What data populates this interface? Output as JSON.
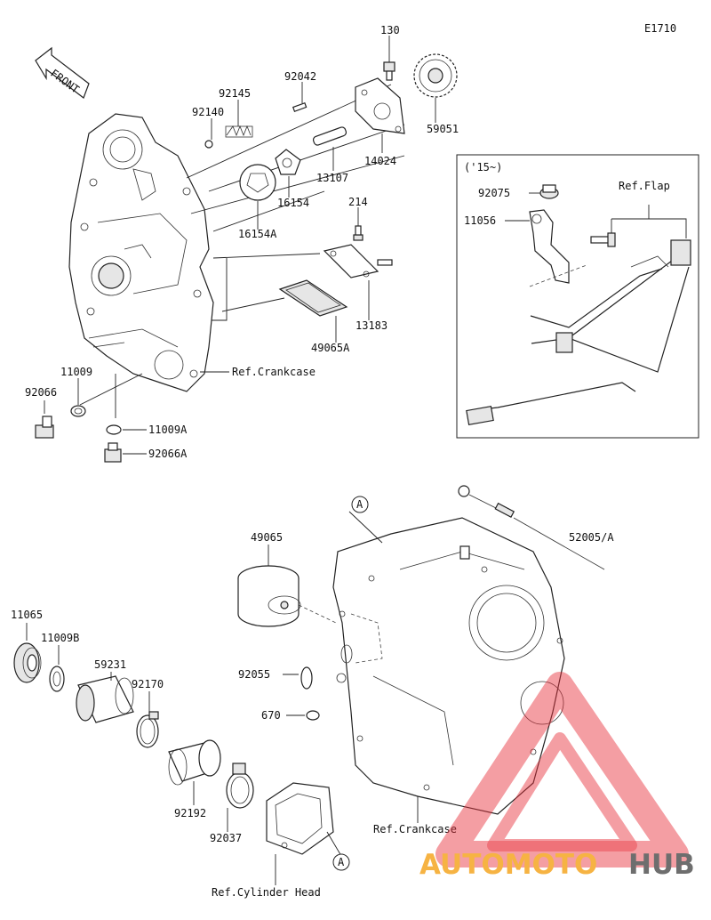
{
  "diagram_code": "E1710",
  "front_label": "FRONT",
  "inset_year": "('15~)",
  "callout_a": "A",
  "watermark": {
    "part1": "AUTOMOTO",
    "part2": "HUB",
    "color1": "#f5a623",
    "color2": "#555555",
    "triangle": "#e8303a"
  },
  "labels": {
    "l130": "130",
    "l92042": "92042",
    "l92145": "92145",
    "l92140": "92140",
    "l59051": "59051",
    "l14024": "14024",
    "l13107": "13107",
    "l16154": "16154",
    "l16154a": "16154A",
    "l214": "214",
    "l13183": "13183",
    "l49065a": "49065A",
    "l92075": "92075",
    "l11056": "11056",
    "refflap": "Ref.Flap",
    "l11009": "11009",
    "l92066": "92066",
    "refcrank1": "Ref.Crankcase",
    "l11009a": "11009A",
    "l92066a": "92066A",
    "l49065": "49065",
    "l52005": "52005/A",
    "l11065": "11065",
    "l11009b": "11009B",
    "l59231": "59231",
    "l92170": "92170",
    "l92055": "92055",
    "l670": "670",
    "l92192": "92192",
    "l92037": "92037",
    "refcrank2": "Ref.Crankcase",
    "refcyl": "Ref.Cylinder Head"
  }
}
